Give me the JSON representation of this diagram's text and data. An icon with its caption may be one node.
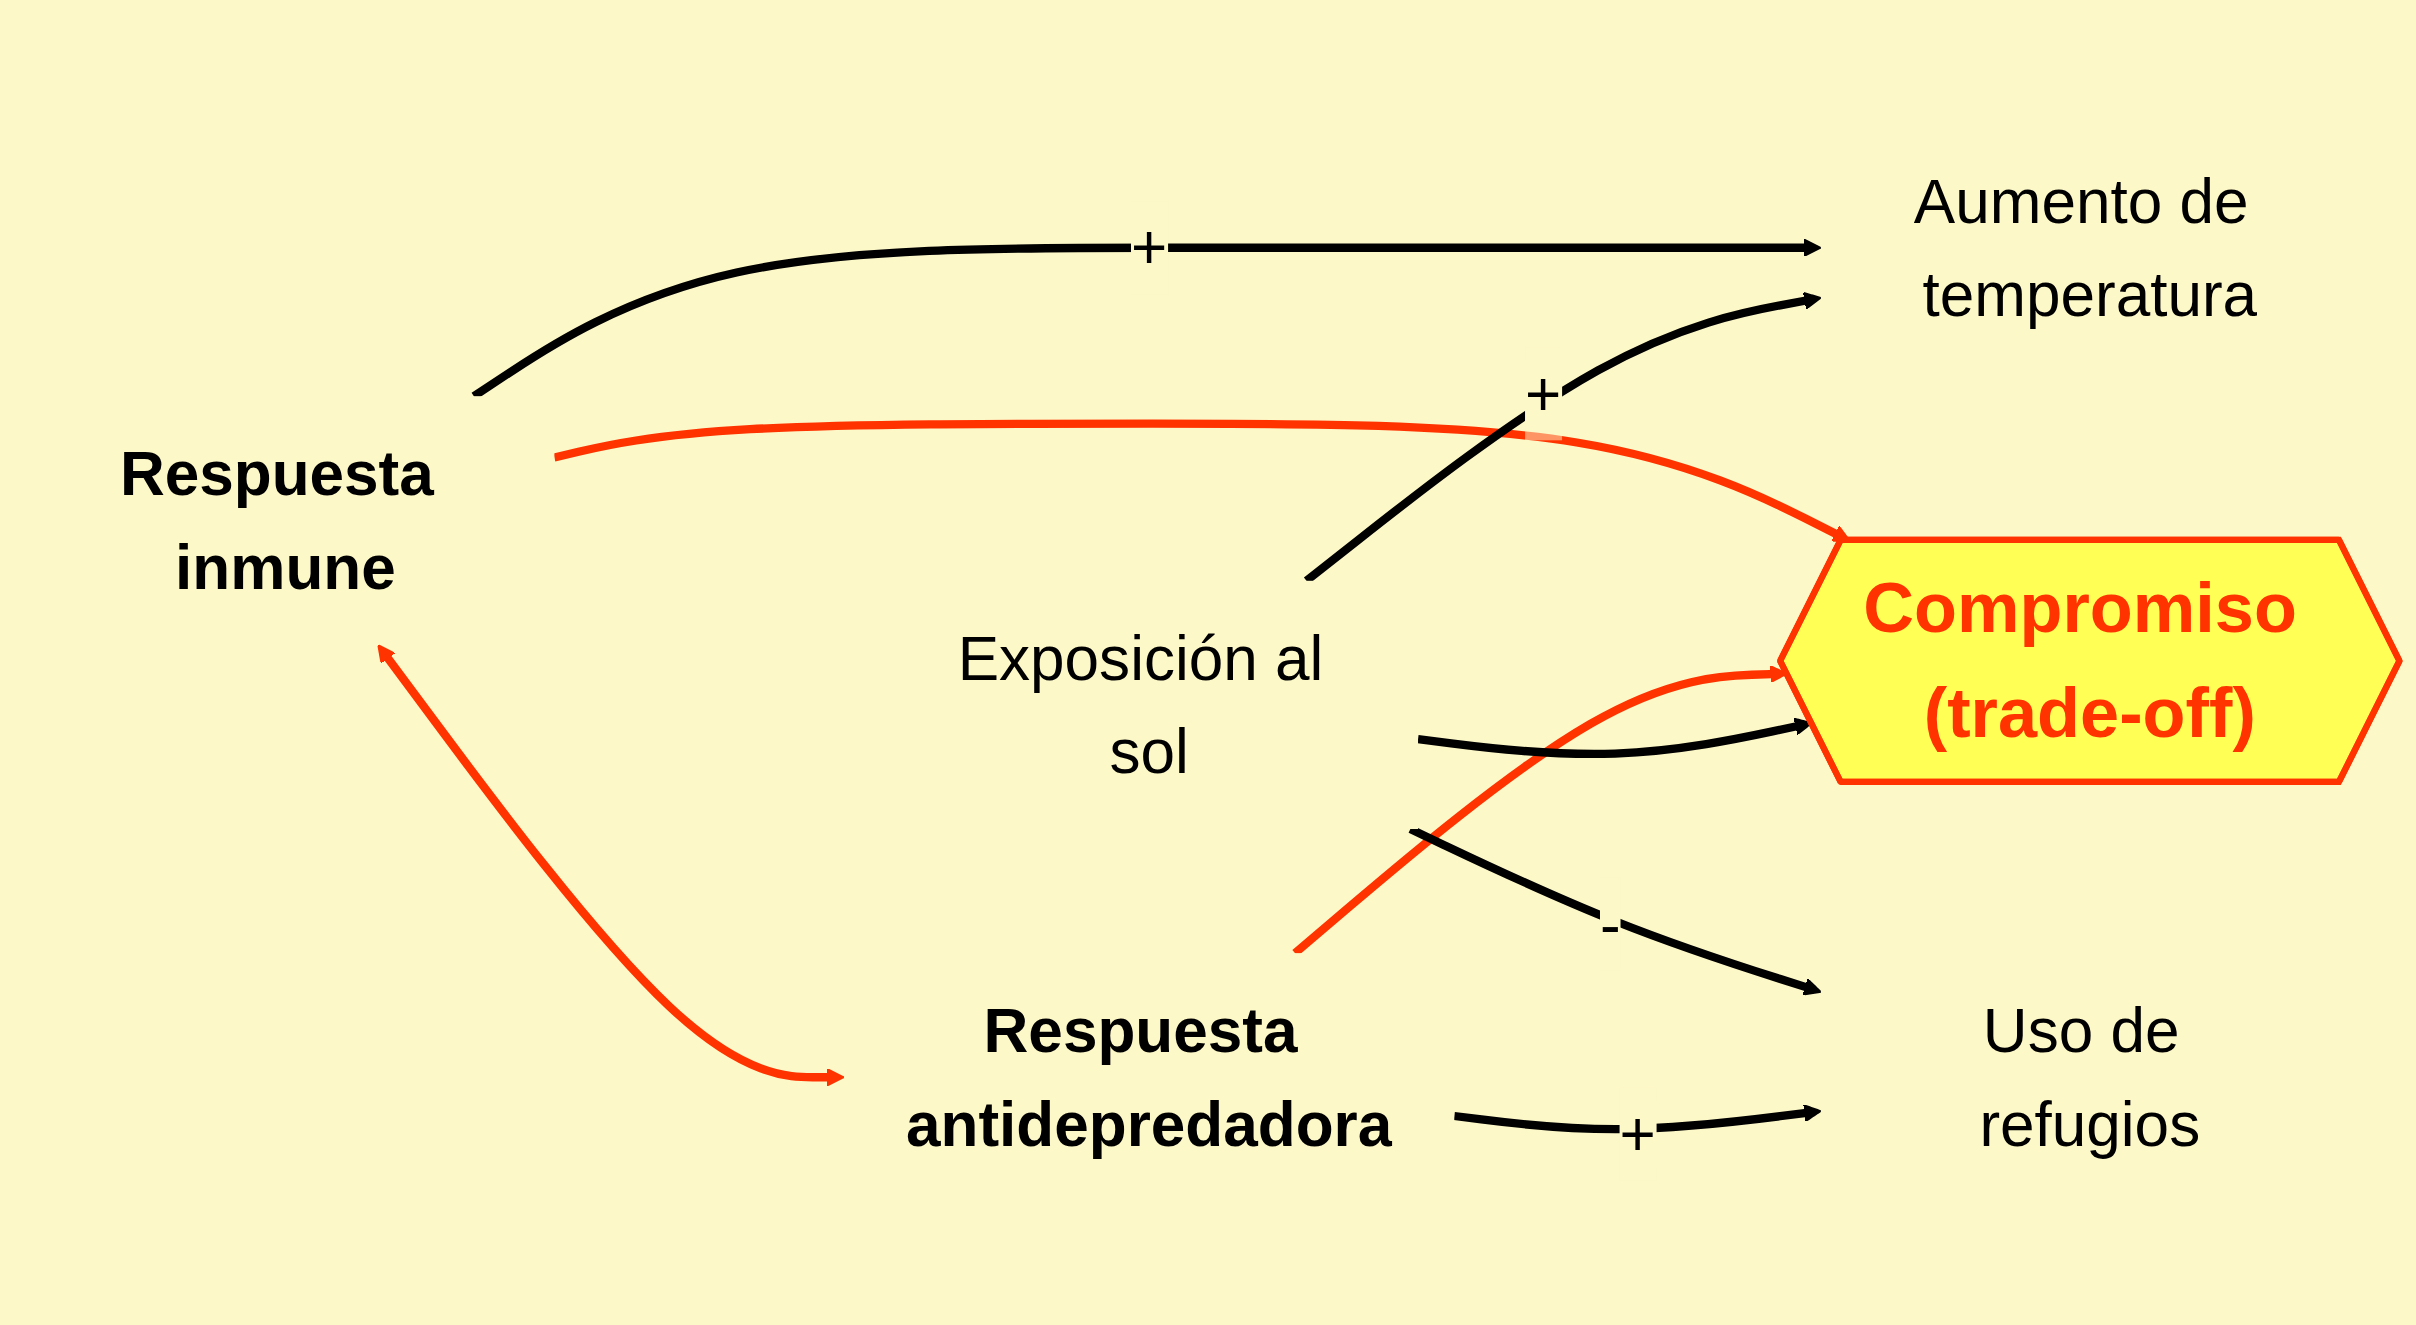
{
  "diagram": {
    "nodes": [
      {
        "text": [
          "Respuesta inmune"
        ]
      },
      {
        "text": [
          "Aumento de temperatura"
        ]
      },
      {
        "text": [
          "Compromiso (trade-off)"
        ]
      },
      {
        "text": [
          "Exposición al sol"
        ]
      },
      {
        "text": [
          "Respuesta antidepredadora"
        ]
      },
      {
        "text": [
          "Uso de refugios"
        ]
      }
    ],
    "edges": [
      {
        "from": 0,
        "to": 1,
        "label": "+",
        "arrow": "to"
      },
      {
        "from": 0,
        "to": 4,
        "arrow": "both",
        "color": "#ff3300"
      },
      {
        "from": 0,
        "to": 2,
        "arrow": "to",
        "color": "#ff3300"
      },
      {
        "from": 4,
        "to": 2,
        "arrow": "to",
        "color": "#ff3300"
      },
      {
        "from": 3,
        "to": 1,
        "label": "+",
        "arrow": "to"
      },
      {
        "from": 3,
        "to": 5,
        "label": "-",
        "arrow": "to"
      },
      {
        "from": 3,
        "to": 2,
        "arrow": "to"
      },
      {
        "from": 4,
        "to": 5,
        "label": "+",
        "arrow": "to"
      }
    ]
  }
}
